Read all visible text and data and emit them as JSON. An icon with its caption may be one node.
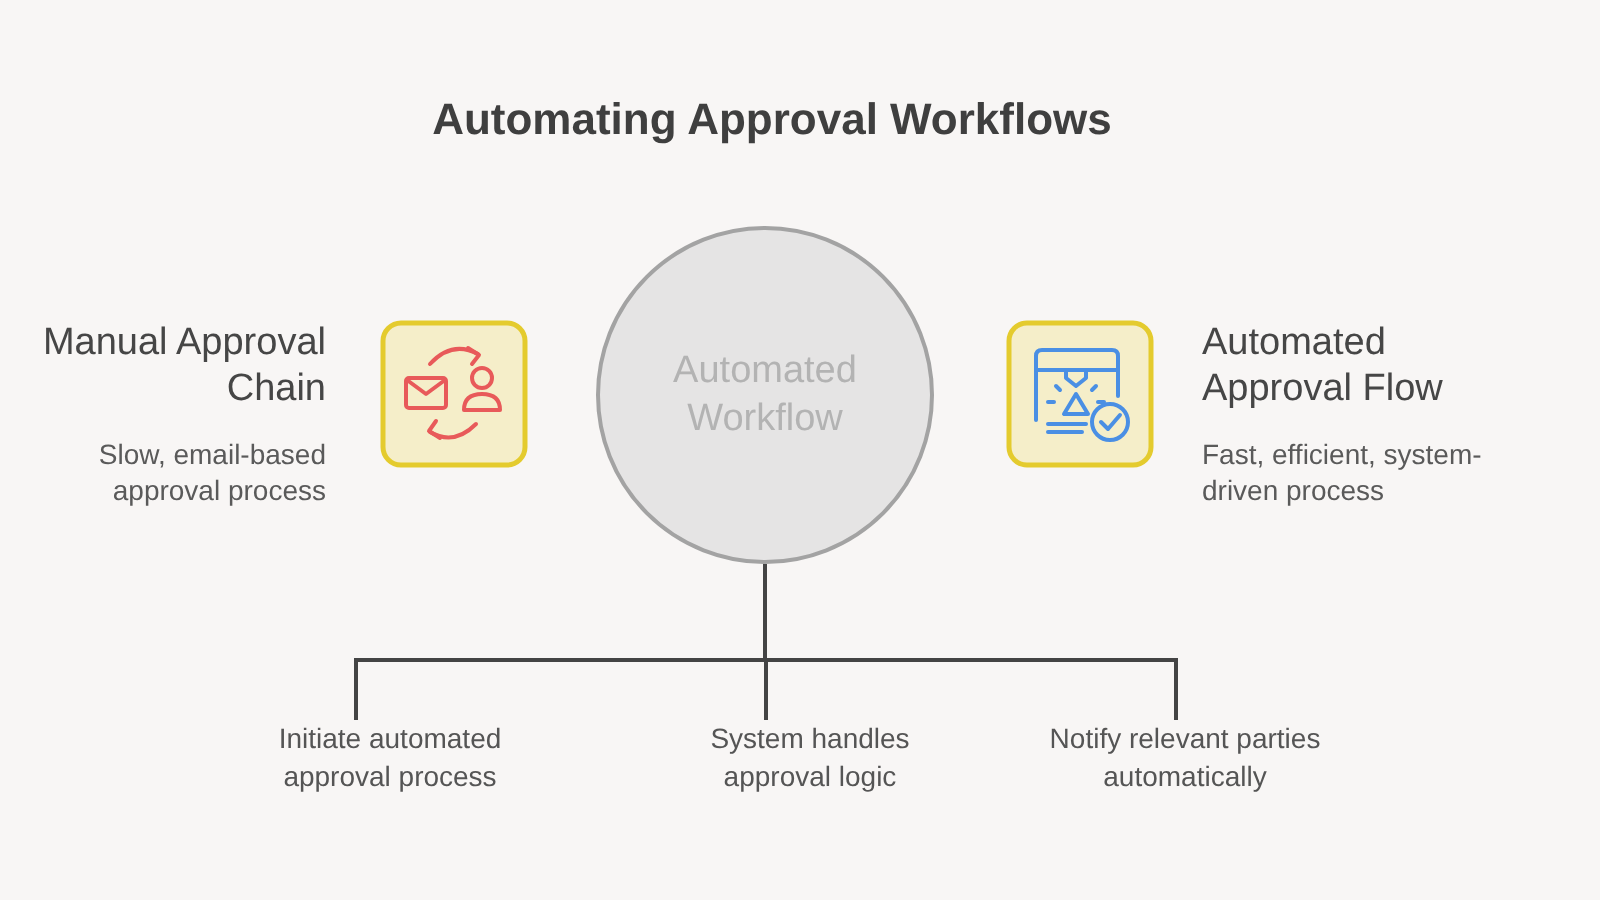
{
  "diagram": {
    "title": "Automating Approval Workflows",
    "nodes": [
      {
        "text": [
          "Manual Approval Chain",
          "Slow, email-based approval process"
        ]
      },
      {
        "text": [
          "Automated Workflow"
        ]
      },
      {
        "text": [
          "Automated Approval Flow",
          "Fast, efficient, system-driven process"
        ]
      },
      {
        "text": [
          "Initiate automated approval process"
        ]
      },
      {
        "text": [
          "System handles approval logic"
        ]
      },
      {
        "text": [
          "Notify relevant parties automatically"
        ]
      }
    ],
    "edges": [
      {
        "from": 1,
        "to": 3,
        "arrow": "none"
      },
      {
        "from": 1,
        "to": 4,
        "arrow": "none"
      },
      {
        "from": 1,
        "to": 5,
        "arrow": "none"
      }
    ]
  }
}
